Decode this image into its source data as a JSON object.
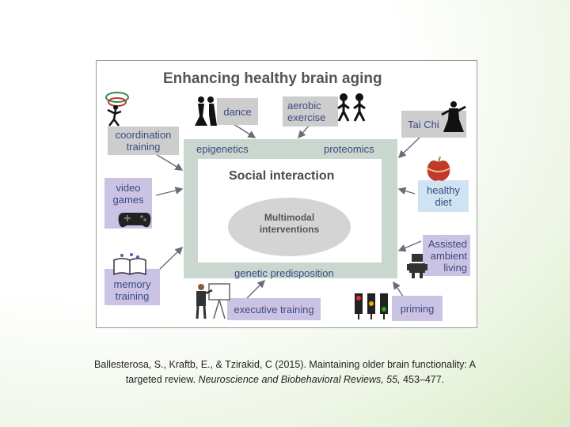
{
  "title": "Enhancing healthy brain aging",
  "center": {
    "top_left": "epigenetics",
    "top_right": "proteomics",
    "bottom": "genetic predisposition",
    "social": "Social interaction",
    "multimodal_line1": "Multimodal",
    "multimodal_line2": "interventions"
  },
  "nodes": {
    "dance": "dance",
    "aerobic_line1": "aerobic",
    "aerobic_line2": "exercise",
    "tai_chi": "Tai Chi",
    "coordination_line1": "coordination",
    "coordination_line2": "training",
    "video_line1": "video",
    "video_line2": "games",
    "healthy_line1": "healthy",
    "healthy_line2": "diet",
    "memory_line1": "memory",
    "memory_line2": "training",
    "assisted_line1": "Assisted",
    "assisted_line2": "ambient",
    "assisted_line3": "living",
    "executive": "executive training",
    "priming": "priming"
  },
  "caption": {
    "line1": "Ballesterosa, S., Kraftb, E., & Tzirakid, C (2015). Maintaining older brain functionality: A",
    "line2_prefix": "targeted review. ",
    "journal": "Neuroscience and Biobehavioral Reviews, 55,",
    "pages": " 453–477."
  },
  "colors": {
    "gray_box": "#cdcdcd",
    "purple_box": "#cbc3e3",
    "blue_box": "#cfe3f2",
    "center": "#c9d7cf",
    "text": "#3a4a82"
  }
}
